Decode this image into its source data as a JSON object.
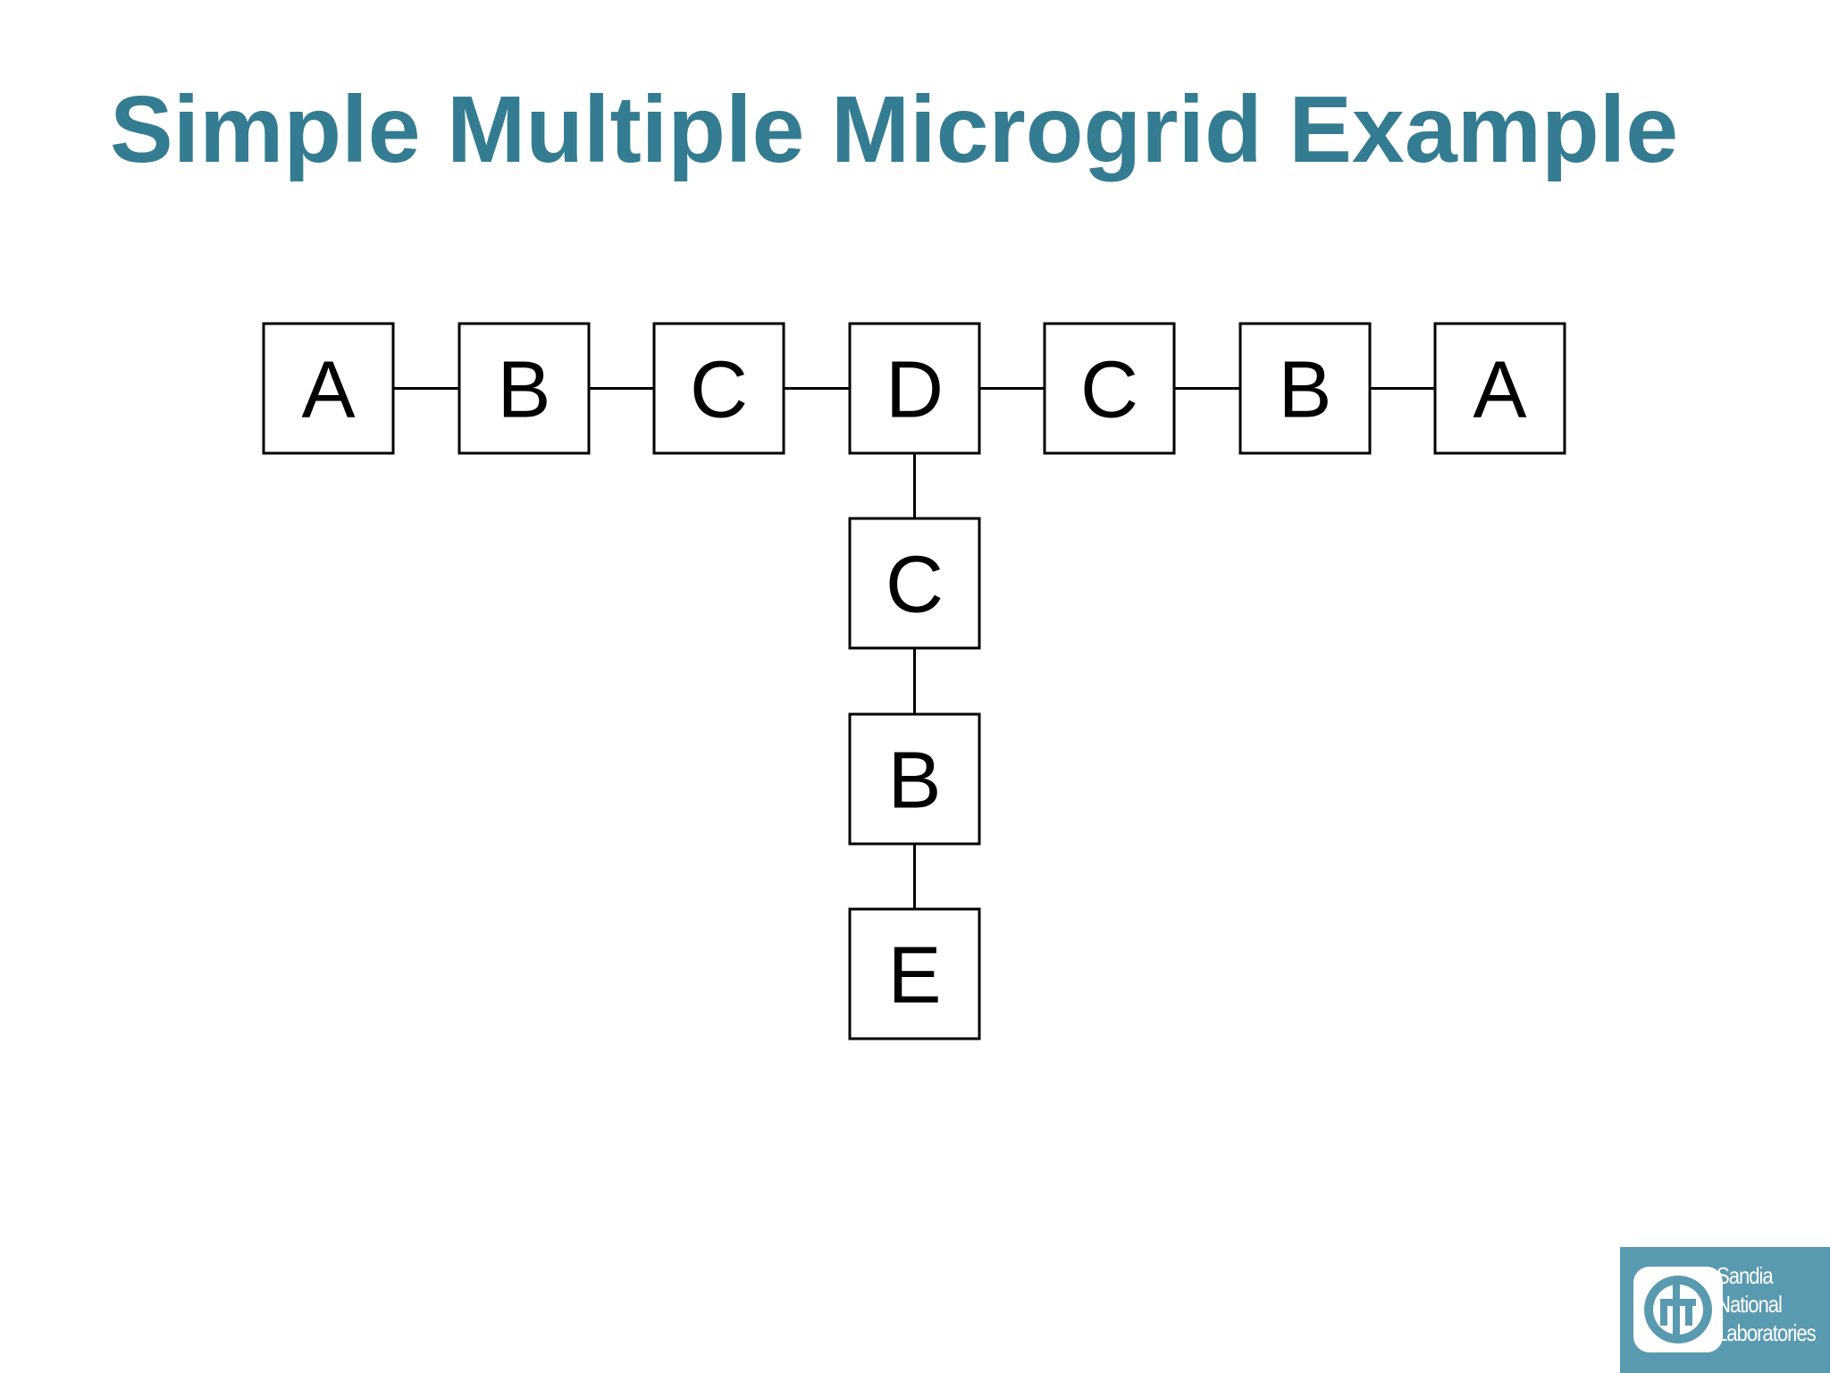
{
  "slide": {
    "title": "Simple Multiple Microgrid Example",
    "title_color": "#347c92"
  },
  "diagram": {
    "nodes": [
      {
        "id": "n1",
        "label": "A"
      },
      {
        "id": "n2",
        "label": "B"
      },
      {
        "id": "n3",
        "label": "C"
      },
      {
        "id": "n4",
        "label": "D"
      },
      {
        "id": "n5",
        "label": "C"
      },
      {
        "id": "n6",
        "label": "B"
      },
      {
        "id": "n7",
        "label": "A"
      },
      {
        "id": "n8",
        "label": "C"
      },
      {
        "id": "n9",
        "label": "B"
      },
      {
        "id": "n10",
        "label": "E"
      }
    ],
    "edges": [
      [
        "n1",
        "n2"
      ],
      [
        "n2",
        "n3"
      ],
      [
        "n3",
        "n4"
      ],
      [
        "n4",
        "n5"
      ],
      [
        "n5",
        "n6"
      ],
      [
        "n6",
        "n7"
      ],
      [
        "n4",
        "n8"
      ],
      [
        "n8",
        "n9"
      ],
      [
        "n9",
        "n10"
      ]
    ]
  },
  "logo": {
    "icon": "sandia-thunderbird-icon",
    "line1": "Sandia",
    "line2": "National",
    "line3": "Laboratories",
    "background_color": "#5a9ab0"
  }
}
